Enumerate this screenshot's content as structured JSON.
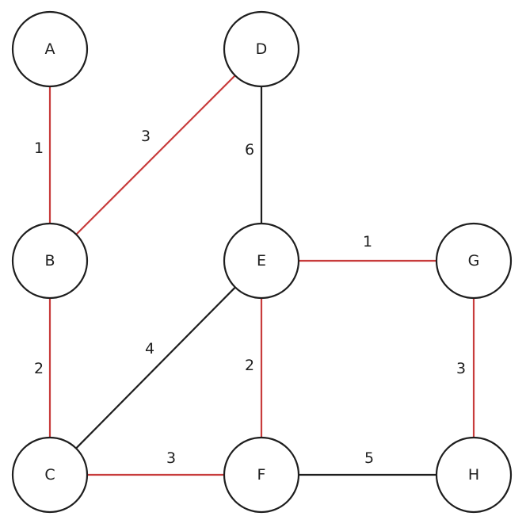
{
  "graph": {
    "colors": {
      "tree_edge": "#c83c3c",
      "other_edge": "#1e1e1e",
      "node_stroke": "#1e1e1e",
      "text": "#1e1e1e"
    },
    "nodes": [
      {
        "id": "A",
        "label": "A"
      },
      {
        "id": "D",
        "label": "D"
      },
      {
        "id": "B",
        "label": "B"
      },
      {
        "id": "E",
        "label": "E"
      },
      {
        "id": "G",
        "label": "G"
      },
      {
        "id": "C",
        "label": "C"
      },
      {
        "id": "F",
        "label": "F"
      },
      {
        "id": "H",
        "label": "H"
      }
    ],
    "edges": [
      {
        "from": "A",
        "to": "B",
        "weight": "1",
        "in_tree": true
      },
      {
        "from": "B",
        "to": "D",
        "weight": "3",
        "in_tree": true
      },
      {
        "from": "D",
        "to": "E",
        "weight": "6",
        "in_tree": false
      },
      {
        "from": "E",
        "to": "G",
        "weight": "1",
        "in_tree": true
      },
      {
        "from": "B",
        "to": "C",
        "weight": "2",
        "in_tree": true
      },
      {
        "from": "E",
        "to": "C",
        "weight": "4",
        "in_tree": false
      },
      {
        "from": "E",
        "to": "F",
        "weight": "2",
        "in_tree": true
      },
      {
        "from": "G",
        "to": "H",
        "weight": "3",
        "in_tree": true
      },
      {
        "from": "C",
        "to": "F",
        "weight": "3",
        "in_tree": true
      },
      {
        "from": "F",
        "to": "H",
        "weight": "5",
        "in_tree": false
      }
    ]
  }
}
